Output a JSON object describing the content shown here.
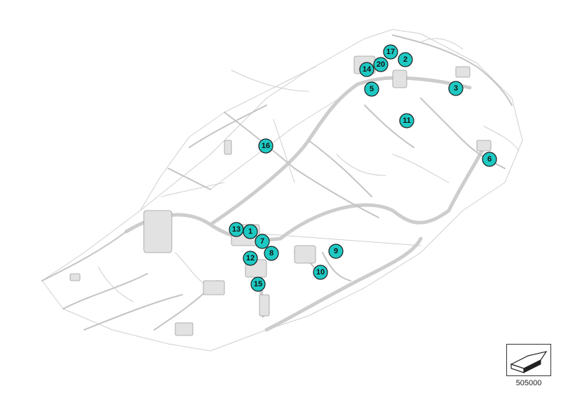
{
  "diagram": {
    "reference_number": "505000",
    "callout_color": "#1ec9c3",
    "callouts": [
      {
        "label": "17"
      },
      {
        "label": "2"
      },
      {
        "label": "20"
      },
      {
        "label": "14"
      },
      {
        "label": "5"
      },
      {
        "label": "3"
      },
      {
        "label": "11"
      },
      {
        "label": "16"
      },
      {
        "label": "6"
      },
      {
        "label": "13"
      },
      {
        "label": "1"
      },
      {
        "label": "7"
      },
      {
        "label": "8"
      },
      {
        "label": "12"
      },
      {
        "label": "9"
      },
      {
        "label": "10"
      },
      {
        "label": "15"
      }
    ]
  }
}
